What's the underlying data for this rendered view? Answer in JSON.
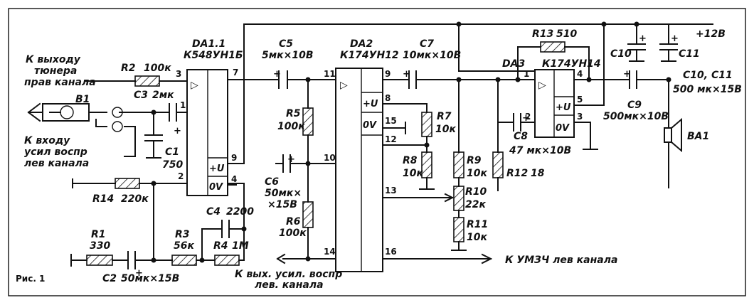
{
  "figure_label": "Рис. 1",
  "supply": "+12В",
  "ic": {
    "da1": {
      "ref": "DA1.1",
      "part": "К548УН1Б"
    },
    "da2": {
      "ref": "DA2",
      "part": "К174УН12"
    },
    "da3": {
      "ref": "DA3",
      "part": "К174УН14"
    }
  },
  "symbols": {
    "amp": "▷",
    "plus_u": "+U",
    "zero_v": "0V"
  },
  "pins": {
    "da1": {
      "p3": "3",
      "p1": "1",
      "p7": "7",
      "p2": "2",
      "p9": "9",
      "p4": "4"
    },
    "da2": {
      "p11": "11",
      "p9": "9",
      "p8": "8",
      "p15": "15",
      "p12": "12",
      "p10": "10",
      "p13": "13",
      "p14": "14",
      "p16": "16"
    },
    "da3": {
      "p1": "1",
      "p4": "4",
      "p2": "2",
      "p5": "5",
      "p3": "3"
    }
  },
  "components": {
    "r1": {
      "ref": "R1",
      "value": "330"
    },
    "r2": {
      "ref": "R2",
      "value": "100к"
    },
    "r3": {
      "ref": "R3",
      "value": "56к"
    },
    "r4": {
      "ref": "R4",
      "value": "1М"
    },
    "r5": {
      "ref": "R5",
      "value": "100к"
    },
    "r6": {
      "ref": "R6",
      "value": "100к"
    },
    "r7": {
      "ref": "R7",
      "value": "10к"
    },
    "r8": {
      "ref": "R8",
      "value": "10к"
    },
    "r9": {
      "ref": "R9",
      "value": "10к"
    },
    "r10": {
      "ref": "R10",
      "value": "22к"
    },
    "r11": {
      "ref": "R11",
      "value": "10к"
    },
    "r12": {
      "ref": "R12",
      "value": "18"
    },
    "r13": {
      "ref": "R13",
      "value": "510"
    },
    "r14": {
      "ref": "R14",
      "value": "220к"
    },
    "c1": {
      "ref": "C1",
      "value": "750"
    },
    "c2": {
      "ref": "C2",
      "value": "50мк×15В"
    },
    "c3": {
      "ref": "C3",
      "value": "2мк"
    },
    "c4": {
      "ref": "C4",
      "value": "2200"
    },
    "c5": {
      "ref": "C5",
      "value": "5мк×10В"
    },
    "c6": {
      "ref": "C6",
      "value_1": "50мк×",
      "value_2": "×15В"
    },
    "c7": {
      "ref": "C7",
      "value": "10мк×10В"
    },
    "c8": {
      "ref": "C8",
      "value": "47 мк×10В"
    },
    "c9": {
      "ref": "C9",
      "value": "500мк×10В"
    },
    "c10": {
      "ref": "C10"
    },
    "c11": {
      "ref": "C11"
    },
    "c10_c11": {
      "ref": "C10, C11",
      "value": "500 мк×15В"
    },
    "b1": {
      "ref": "В1"
    },
    "ba1": {
      "ref": "ВА1"
    }
  },
  "texts": {
    "tuner_1": "К выходу",
    "tuner_2": "тюнера",
    "tuner_3": "прав канала",
    "input_1": "К входу",
    "input_2": "усил воспр",
    "input_3": "лев канала",
    "out_1": "К вых. усил. воспр",
    "out_2": "лев. канала",
    "umzch": "К УМЗЧ лев канала"
  }
}
